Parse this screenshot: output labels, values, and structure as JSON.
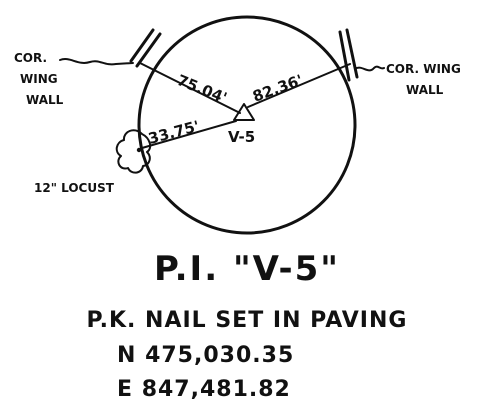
{
  "diagram": {
    "point_label": "V-5",
    "ties": [
      {
        "distance": "75.04'",
        "reference": "COR. WING WALL"
      },
      {
        "distance": "82.36'",
        "reference": "COR. WING WALL"
      },
      {
        "distance": "33.75'",
        "reference": "12\" LOCUST"
      }
    ],
    "labels": {
      "left_wall_line1": "COR.",
      "left_wall_line2": "WING",
      "left_wall_line3": "WALL",
      "right_wall_line1": "COR. WING",
      "right_wall_line2": "WALL",
      "tree": "12\" LOCUST"
    }
  },
  "caption": {
    "title": "P.I. \"V-5\"",
    "description": "P.K. NAIL SET IN PAVING",
    "northing": "N 475,030.35",
    "easting": "E 847,481.82"
  }
}
